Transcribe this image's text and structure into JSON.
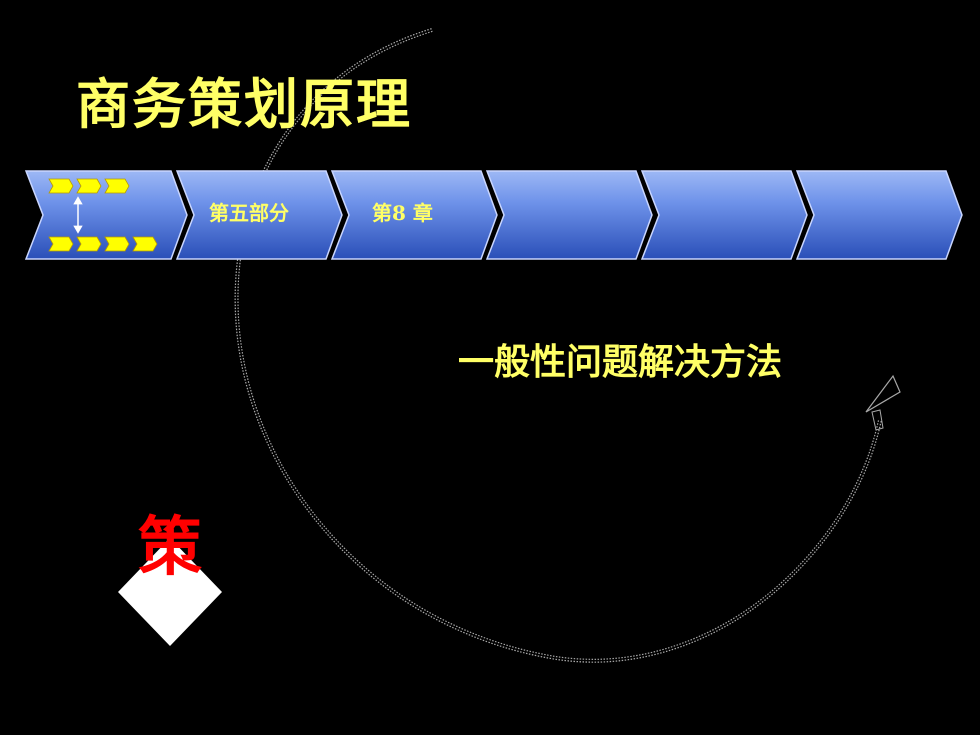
{
  "slide": {
    "title": "商务策划原理",
    "subtitle": "一般性问题解决方法"
  },
  "process_bar": {
    "segments": [
      {
        "label": ""
      },
      {
        "label": "第五部分"
      },
      {
        "label": "第8 章"
      },
      {
        "label": ""
      },
      {
        "label": ""
      },
      {
        "label": ""
      }
    ]
  },
  "logo": {
    "char": "策",
    "icon": "diamond-logo-icon"
  },
  "colors": {
    "background": "#000000",
    "title_text": "#ffff66",
    "segment_light": "#7ea2f0",
    "segment_dark": "#2a4fb8",
    "segment_border": "#c9d6ff",
    "logo_char": "#ff0000",
    "logo_diamond": "#ffffff",
    "arc_line": "#bdbdbd"
  }
}
